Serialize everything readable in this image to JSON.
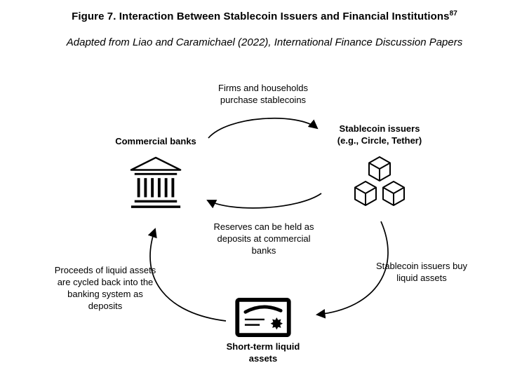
{
  "figure": {
    "title": "Figure 7. Interaction Between Stablecoin Issuers and Financial Institutions",
    "footnote_marker": "87",
    "subtitle": "Adapted from Liao and Caramichael (2022), International Finance Discussion Papers"
  },
  "nodes": {
    "commercial_banks": {
      "label": "Commercial banks",
      "icon": "bank-icon"
    },
    "stablecoin_issuers": {
      "label": "Stablecoin issuers",
      "sublabel": "(e.g., Circle, Tether)",
      "icon": "cubes-icon"
    },
    "liquid_assets": {
      "label": "Short-term liquid assets",
      "icon": "certificate-icon"
    }
  },
  "edges": {
    "purchase": {
      "label": "Firms and households purchase stablecoins"
    },
    "reserves": {
      "label": "Reserves can be held as deposits at commercial banks"
    },
    "buy_assets": {
      "label": "Stablecoin issuers buy liquid assets"
    },
    "proceeds": {
      "label": "Proceeds of liquid assets are cycled back into the banking system as deposits"
    }
  },
  "colors": {
    "ink": "#000000",
    "background": "#ffffff"
  }
}
